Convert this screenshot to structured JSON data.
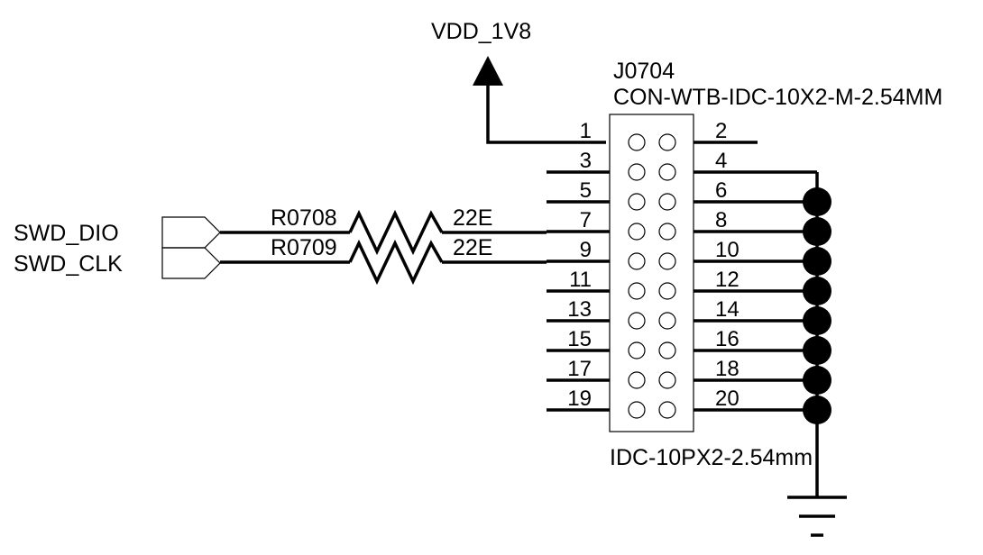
{
  "power": {
    "net_name": "VDD_1V8"
  },
  "connector": {
    "designator": "J0704",
    "part_value": "CON-WTB-IDC-10X2-M-2.54MM",
    "footprint": "IDC-10PX2-2.54mm",
    "pins_left": [
      "1",
      "3",
      "5",
      "7",
      "9",
      "11",
      "13",
      "15",
      "17",
      "19"
    ],
    "pins_right": [
      "2",
      "4",
      "6",
      "8",
      "10",
      "12",
      "14",
      "16",
      "18",
      "20"
    ]
  },
  "ports": [
    {
      "name": "SWD_DIO"
    },
    {
      "name": "SWD_CLK"
    }
  ],
  "resistors": [
    {
      "designator": "R0708",
      "value": "22E"
    },
    {
      "designator": "R0709",
      "value": "22E"
    }
  ]
}
